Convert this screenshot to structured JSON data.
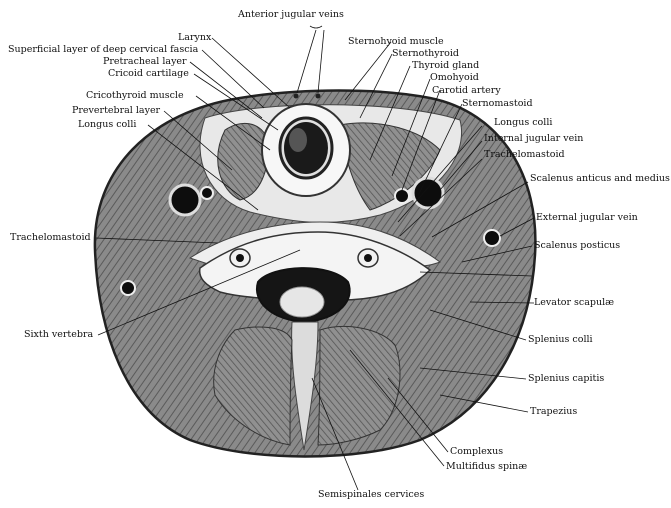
{
  "labels": {
    "anterior_jugular_veins": "Anterior jugular veins",
    "larynx": "Larynx",
    "superficial_layer": "Superficial layer of deep cervical fascia",
    "pretracheal_layer": "Pretracheal layer",
    "cricoid_cartilage": "Cricoid cartilage",
    "cricothyroid_muscle": "Cricothyroid muscle",
    "prevertebral_layer": "Prevertebral layer",
    "longus_colli_left": "Longus colli",
    "trachelomastoid_left": "Trachelomastoid",
    "sixth_vertebra": "Sixth vertebra",
    "semispinales_cervices": "Semispinales cervices",
    "sternohyoid_muscle": "Sternohyoid muscle",
    "sternothyroid": "Sternothyroid",
    "thyroid_gland": "Thyroid gland",
    "omohyoid": "Omohyoid",
    "carotid_artery": "Carotid artery",
    "sternomastoid": "Sternomastoid",
    "longus_colli_right": "Longus colli",
    "internal_jugular_vein": "Internal jugular vein",
    "trachelomastoid_right": "Trachelomastoid",
    "scalenus_anticus_medius": "Scalenus anticus and medius",
    "external_jugular_vein": "External jugular vein",
    "scalenus_posticus": "Scalenus posticus",
    "levator_scapulae": "Levator scapulæ",
    "splenius_colli": "Splenius colli",
    "splenius_capitis": "Splenius capitis",
    "trapezius": "Trapezius",
    "complexus": "Complexus",
    "multifidus_spinae": "Multifidus spinæ"
  },
  "colors": {
    "ink": "#111111",
    "muscle": "#7a7a7a",
    "muscle_light": "#a9a9a9",
    "fascia": "#f2f2f2",
    "vessel": "#0d0d0d"
  }
}
